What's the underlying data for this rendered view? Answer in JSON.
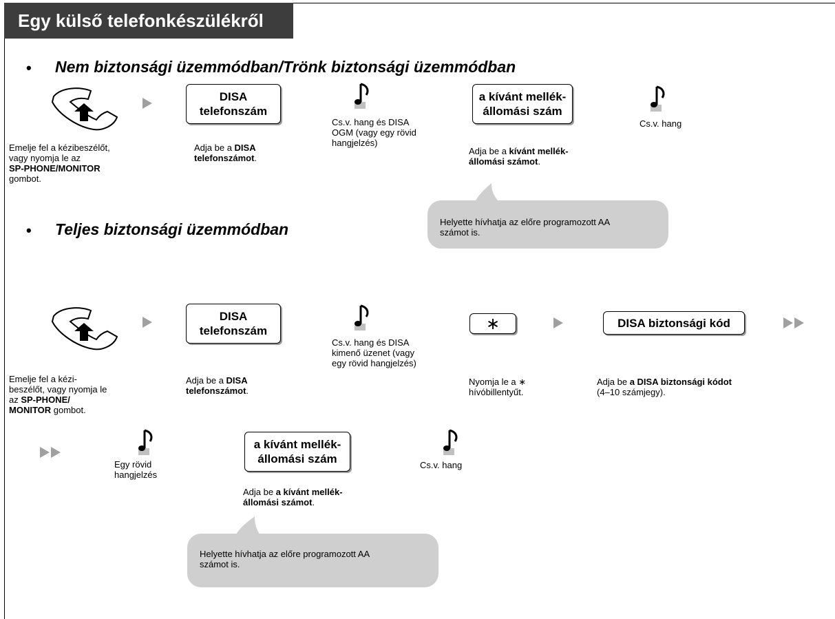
{
  "header": {
    "title": "Egy külső telefonkészülékről"
  },
  "section1": {
    "bullet": "•",
    "title": "Nem biztonsági üzemmódban/Trönk biztonsági üzemmódban",
    "step_offhook": {
      "text1": "Emelje fel a kézibeszélőt,",
      "text2": "vagy nyomja le az",
      "bold": "SP-PHONE/MONITOR",
      "text3": "gombot."
    },
    "key_disa": {
      "line1": "DISA",
      "line2": "telefonszám"
    },
    "step_disa": {
      "text": "Adja be a ",
      "bold1": "DISA",
      "bold2": "telefonszámot",
      "end": "."
    },
    "tone1": {
      "line1": "Cs.v. hang és DISA",
      "line2": "OGM (vagy egy rövid",
      "line3": "hangjelzés)"
    },
    "key_ext": {
      "line1": "a kívánt mellék-",
      "line2": "állomási szám"
    },
    "step_ext": {
      "text": "Adja be a ",
      "bold1": "kívánt mellék-",
      "bold2": "állomási számot",
      "end": "."
    },
    "tone2": {
      "label": "Cs.v. hang"
    },
    "note": {
      "line1": "Helyette hívhatja az előre programozott AA",
      "line2": "számot is."
    }
  },
  "section2": {
    "bullet": "•",
    "title": "Teljes biztonsági üzemmódban",
    "step_offhook": {
      "line1": "Emelje fel a kézi-",
      "line2": "beszélőt, vagy nyomja le",
      "line3a": "az ",
      "bold1": "SP-PHONE/",
      "bold2": "MONITOR",
      "line4": " gombot."
    },
    "key_disa": {
      "line1": "DISA",
      "line2": "telefonszám"
    },
    "step_disa": {
      "text": "Adja be a ",
      "bold1": "DISA",
      "bold2": "telefonszámot",
      "end": "."
    },
    "tone1": {
      "line1": "Cs.v. hang és DISA",
      "line2": "kimenő üzenet (vagy",
      "line3": "egy rövid hangjelzés)"
    },
    "key_star": {
      "symbol": "∗"
    },
    "step_star": {
      "line1": "Nyomja le a ∗",
      "line2": "hívóbillentyűt."
    },
    "key_code": {
      "label": "DISA biztonsági kód"
    },
    "step_code": {
      "text": "Adja be ",
      "bold": "a DISA biztonsági kódot",
      "line2": "(4–10 számjegy)."
    },
    "tone2": {
      "line1": "Egy rövid",
      "line2": "hangjelzés"
    },
    "key_ext": {
      "line1": "a kívánt mellék-",
      "line2": "állomási szám"
    },
    "step_ext": {
      "text": "Adja be ",
      "bold1": "a kívánt mellék-",
      "bold2": "állomási számot",
      "end": "."
    },
    "tone3": {
      "label": "Cs.v. hang"
    },
    "note": {
      "line1": "Helyette hívhatja az előre programozott AA",
      "line2": "számot is."
    }
  },
  "icons": {
    "handset": "handset-offhook-icon",
    "tone": "music-note-tone-icon",
    "arrow": "next-step-arrow-icon"
  },
  "colors": {
    "header_bg": "#3d3d3d",
    "note_bg": "#cfcfcf",
    "arrow": "#a0a0a0"
  }
}
